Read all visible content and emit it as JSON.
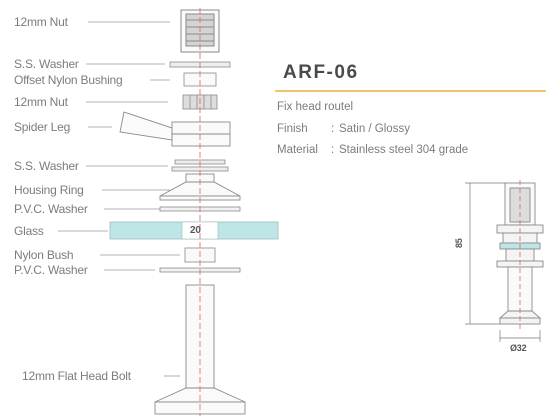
{
  "labels": {
    "nut_top": "12mm Nut",
    "ss_washer_1": "S.S. Washer",
    "offset_bushing": "Offset Nylon Bushing",
    "nut_2": "12mm Nut",
    "spider_leg": "Spider Leg",
    "ss_washer_2": "S.S. Washer",
    "housing_ring": "Housing Ring",
    "pvc_washer_1": "P.V.C. Washer",
    "glass": "Glass",
    "glass_thickness": "20",
    "nylon_bush": "Nylon Bush",
    "pvc_washer_2": "P.V.C. Washer",
    "bolt": "12mm Flat Head Bolt"
  },
  "product": {
    "code": "ARF-06",
    "description": "Fix head routel",
    "finish_label": "Finish",
    "finish_sep": ":",
    "finish_value": "Satin / Glossy",
    "material_label": "Material",
    "material_sep": ":",
    "material_value": "Stainless steel 304 grade"
  },
  "dimensions": {
    "height": "85",
    "diameter": "Ø32"
  },
  "colors": {
    "accent_line": "#f0c56a",
    "glass_fill": "#bfe6e6",
    "center_line": "#e06060"
  }
}
